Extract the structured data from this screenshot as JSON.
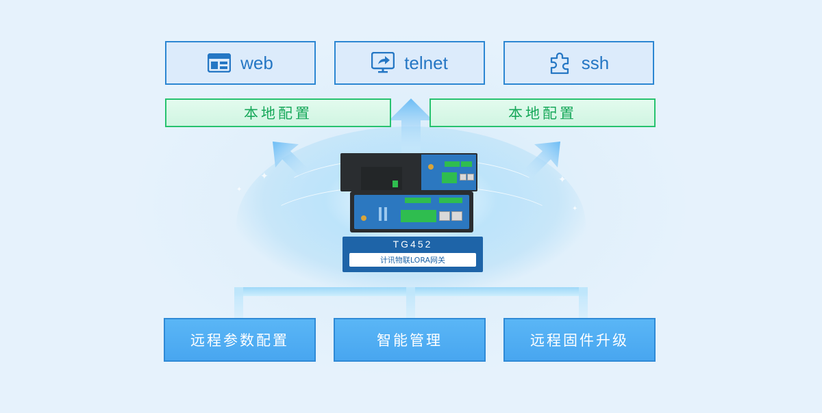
{
  "methods": [
    {
      "label": "web",
      "icon": "browser-window-icon"
    },
    {
      "label": "telnet",
      "icon": "screen-share-icon"
    },
    {
      "label": "ssh",
      "icon": "puzzle-icon"
    }
  ],
  "local_config": [
    "本地配置",
    "本地配置"
  ],
  "device": {
    "model": "TG452",
    "subtitle": "计讯物联LORA网关"
  },
  "features": [
    "远程参数配置",
    "智能管理",
    "远程固件升级"
  ],
  "colors": {
    "method_border": "#2b86d2",
    "method_text": "#2577c4",
    "local_border": "#26c26e",
    "local_text": "#17a85a",
    "feature_fill": "#4eaaf2",
    "label_fill": "#1e64a8"
  }
}
